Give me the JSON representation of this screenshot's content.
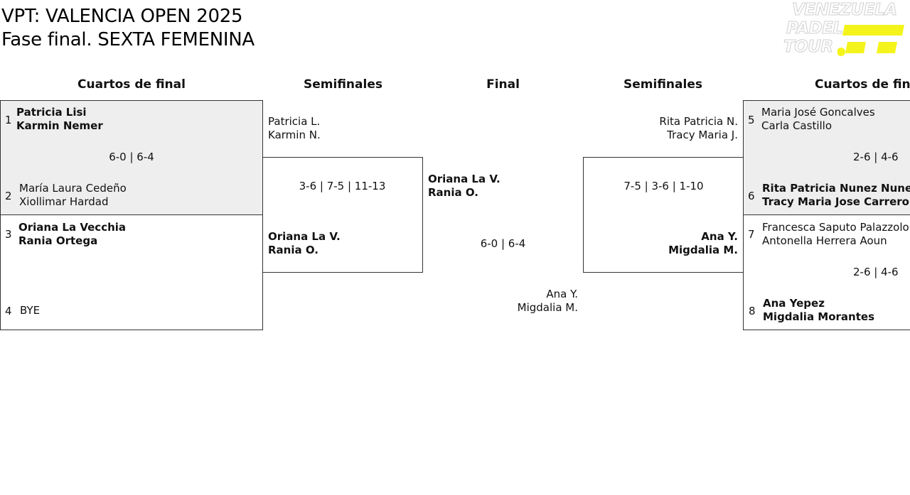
{
  "header": {
    "title_line1": "VPT: VALENCIA OPEN 2025",
    "title_line2": "Fase final. SEXTA FEMENINA",
    "logo_text": [
      "VENEZUELA",
      "PADEL",
      "TOUR"
    ],
    "logo_accent": "#f4f41c"
  },
  "rounds": {
    "left_quarters": "Cuartos de final",
    "left_semis": "Semifinales",
    "final": "Final",
    "right_semis": "Semifinales",
    "right_quarters": "Cuartos de final"
  },
  "left_quarters": {
    "match1": {
      "seed_a": "1",
      "a1": "Patricia Lisi",
      "a2": "Karmin Nemer",
      "score": "6-0 | 6-4",
      "seed_b": "2",
      "b1": "María Laura Cedeño",
      "b2": "Xiollimar Hardad"
    },
    "match2": {
      "seed_a": "3",
      "a1": "Oriana La Vecchia",
      "a2": "Rania Ortega",
      "seed_b": "4",
      "b1": "BYE"
    }
  },
  "left_semi": {
    "top1": "Patricia L.",
    "top2": "Karmin N.",
    "score": "3-6 | 7-5 | 11-13",
    "bot1": "Oriana La V.",
    "bot2": "Rania O."
  },
  "final": {
    "top1": "Oriana La V.",
    "top2": "Rania O.",
    "score": "6-0 | 6-4",
    "bot1": "Ana Y.",
    "bot2": "Migdalia M."
  },
  "right_semi": {
    "top1": "Rita Patricia N.",
    "top2": "Tracy Maria J.",
    "score": "7-5 | 3-6 | 1-10",
    "bot1": "Ana Y.",
    "bot2": "Migdalia M."
  },
  "right_quarters": {
    "match1": {
      "seed_a": "5",
      "a1": "Maria José Goncalves",
      "a2": "Carla Castillo",
      "score": "2-6 | 4-6",
      "seed_b": "6",
      "b1": "Rita Patricia Nunez Nunez",
      "b2": "Tracy Maria Jose Carrero Mo"
    },
    "match2": {
      "seed_a": "7",
      "a1": "Francesca Saputo Palazzolo",
      "a2": "Antonella Herrera Aoun",
      "score": "2-6 | 4-6",
      "seed_b": "8",
      "b1": "Ana Yepez",
      "b2": "Migdalia Morantes"
    }
  }
}
